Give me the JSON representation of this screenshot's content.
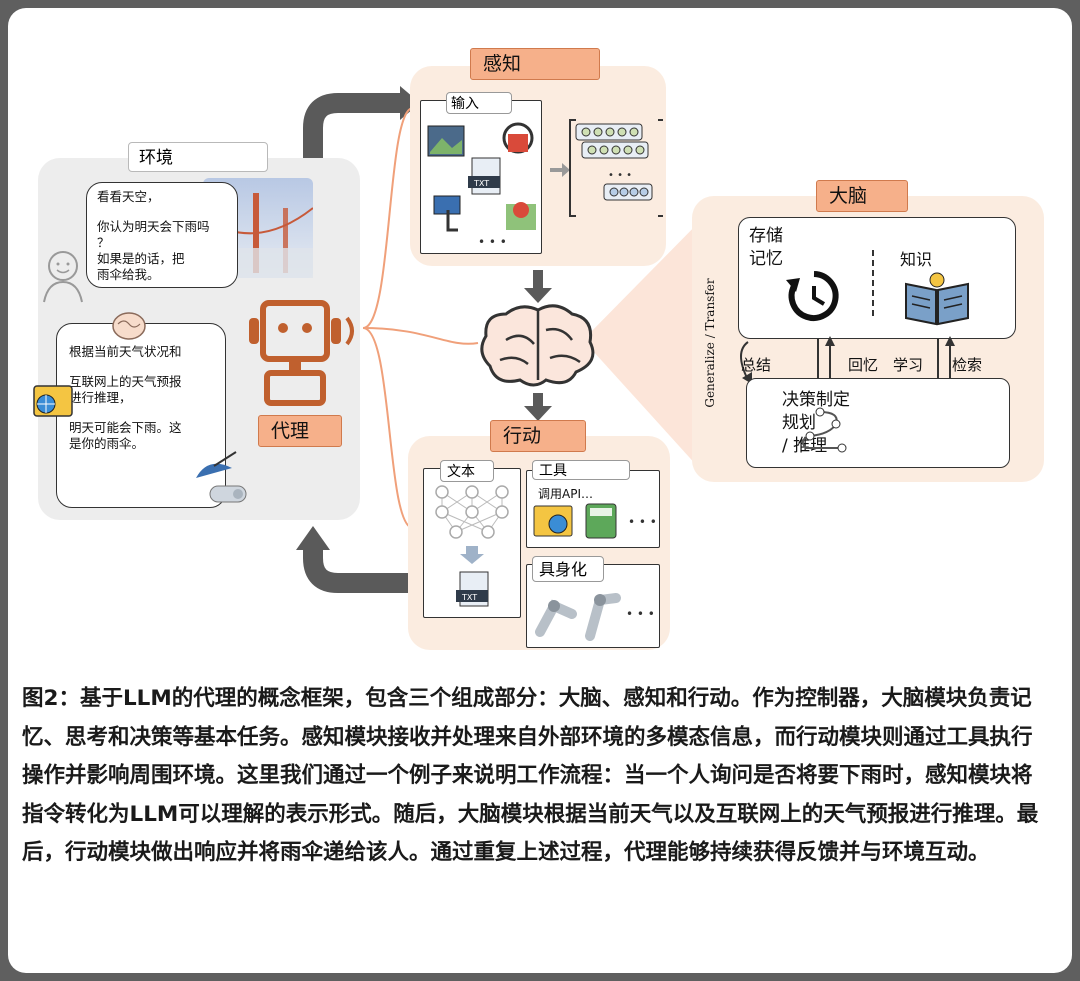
{
  "environment": {
    "label": "环境",
    "question_bubble": [
      "看看天空，",
      "你认为明天会下雨吗",
      "？",
      "如果是的话，把",
      "雨伞给我。"
    ],
    "answer_bubble": [
      "根据当前天气状况和",
      "互联网上的天气预报",
      "进行推理，",
      "明天可能会下雨。这",
      "是你的雨伞。"
    ]
  },
  "agent": {
    "label": "代理"
  },
  "perception": {
    "title": "感知",
    "input_label": "输入",
    "more": "• • •"
  },
  "brain": {
    "title": "大脑",
    "storage": "存储",
    "memory": "记忆",
    "knowledge": "知识",
    "summarize": "总结",
    "recall": "回忆",
    "learn": "学习",
    "retrieve": "检索",
    "generalize": "Generalize / Transfer",
    "decision": "决策制定",
    "planning": "规划",
    "reasoning": "/ 推理"
  },
  "action": {
    "title": "行动",
    "text_label": "文本",
    "tools_label": "工具",
    "api_label": "调用API…",
    "embodied_label": "具身化",
    "more": "• • •"
  },
  "colors": {
    "accent": "#f6b08a",
    "panel": "#fbece0",
    "arrow": "#555555",
    "icon_dark": "#2f3b4a"
  },
  "caption": "图2：基于LLM的代理的概念框架，包含三个组成部分：大脑、感知和行动。作为控制器，大脑模块负责记忆、思考和决策等基本任务。感知模块接收并处理来自外部环境的多模态信息，而行动模块则通过工具执行操作并影响周围环境。这里我们通过一个例子来说明工作流程：当一个人询问是否将要下雨时，感知模块将指令转化为LLM可以理解的表示形式。随后，大脑模块根据当前天气以及互联网上的天气预报进行推理。最后，行动模块做出响应并将雨伞递给该人。通过重复上述过程，代理能够持续获得反馈并与环境互动。"
}
